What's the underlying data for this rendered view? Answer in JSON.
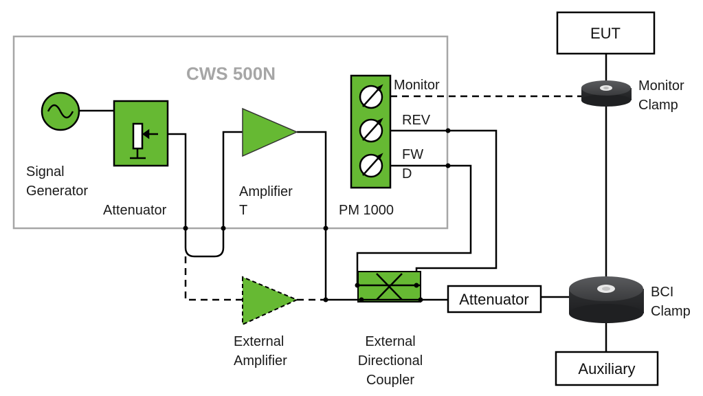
{
  "diagram": {
    "title": "CWS 500N",
    "labels": {
      "signal_generator": [
        "Signal",
        "Generator"
      ],
      "attenuator_internal": "Attenuator",
      "amplifier": [
        "Amplifier",
        "T"
      ],
      "power_meter": "PM 1000",
      "port_monitor": "Monitor",
      "port_rev": "REV",
      "port_fwd": [
        "FW",
        "D"
      ],
      "external_amplifier": [
        "External",
        "Amplifier"
      ],
      "external_coupler": [
        "External",
        "Directional",
        "Coupler"
      ],
      "attenuator_external": "Attenuator",
      "eut": "EUT",
      "monitor_clamp": [
        "Monitor",
        "Clamp"
      ],
      "bci_clamp": [
        "BCI",
        "Clamp"
      ],
      "auxiliary": "Auxiliary"
    },
    "colors": {
      "component_green": "#66b933",
      "enclosure_gray": "#a6a6a6",
      "clamp_dark": "#3a3b3d",
      "wire": "#000000"
    },
    "icons": {
      "signal_generator": "sine-wave-source-icon",
      "attenuator": "potentiometer-icon",
      "amplifier": "triangle-amplifier-icon",
      "power_meter": "meter-dial-icon",
      "coupler": "directional-coupler-icon",
      "clamp": "current-clamp-icon"
    }
  }
}
